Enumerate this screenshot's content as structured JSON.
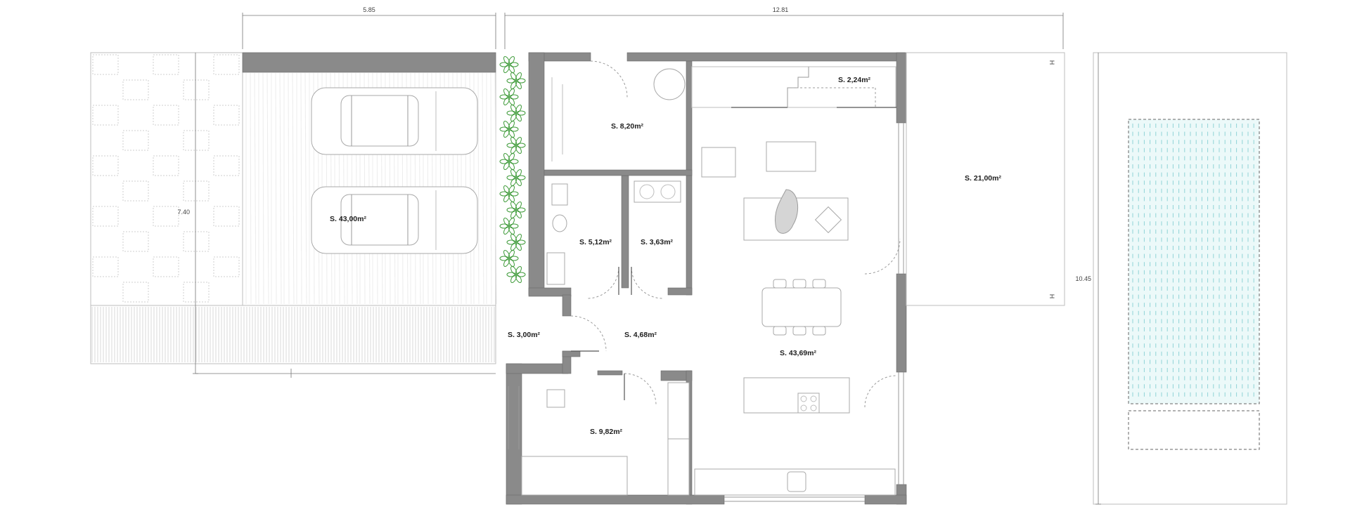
{
  "dimensions": [
    {
      "id": "garage-width",
      "text": "5.85"
    },
    {
      "id": "house-width",
      "text": "12.81"
    },
    {
      "id": "garage-depth",
      "text": "7.40"
    },
    {
      "id": "site-depth",
      "text": "10.45"
    }
  ],
  "rooms": [
    {
      "id": "garage",
      "label": "S. 43,00m²"
    },
    {
      "id": "entry-room",
      "label": "S. 8,20m²"
    },
    {
      "id": "stair",
      "label": "S. 2,24m²"
    },
    {
      "id": "terrace",
      "label": "S. 21,00m²"
    },
    {
      "id": "bathroom",
      "label": "S. 5,12m²"
    },
    {
      "id": "laundry",
      "label": "S. 3,63m²"
    },
    {
      "id": "porch",
      "label": "S. 3,00m²"
    },
    {
      "id": "hall",
      "label": "S. 4,68m²"
    },
    {
      "id": "living",
      "label": "S. 43,69m²"
    },
    {
      "id": "bedroom",
      "label": "S. 9,82m²"
    }
  ],
  "markers": {
    "section_mark": "H"
  },
  "colors": {
    "wall": "#8a8a8a",
    "plants": "#3f9b3a",
    "pool": "#8fd3d6"
  }
}
